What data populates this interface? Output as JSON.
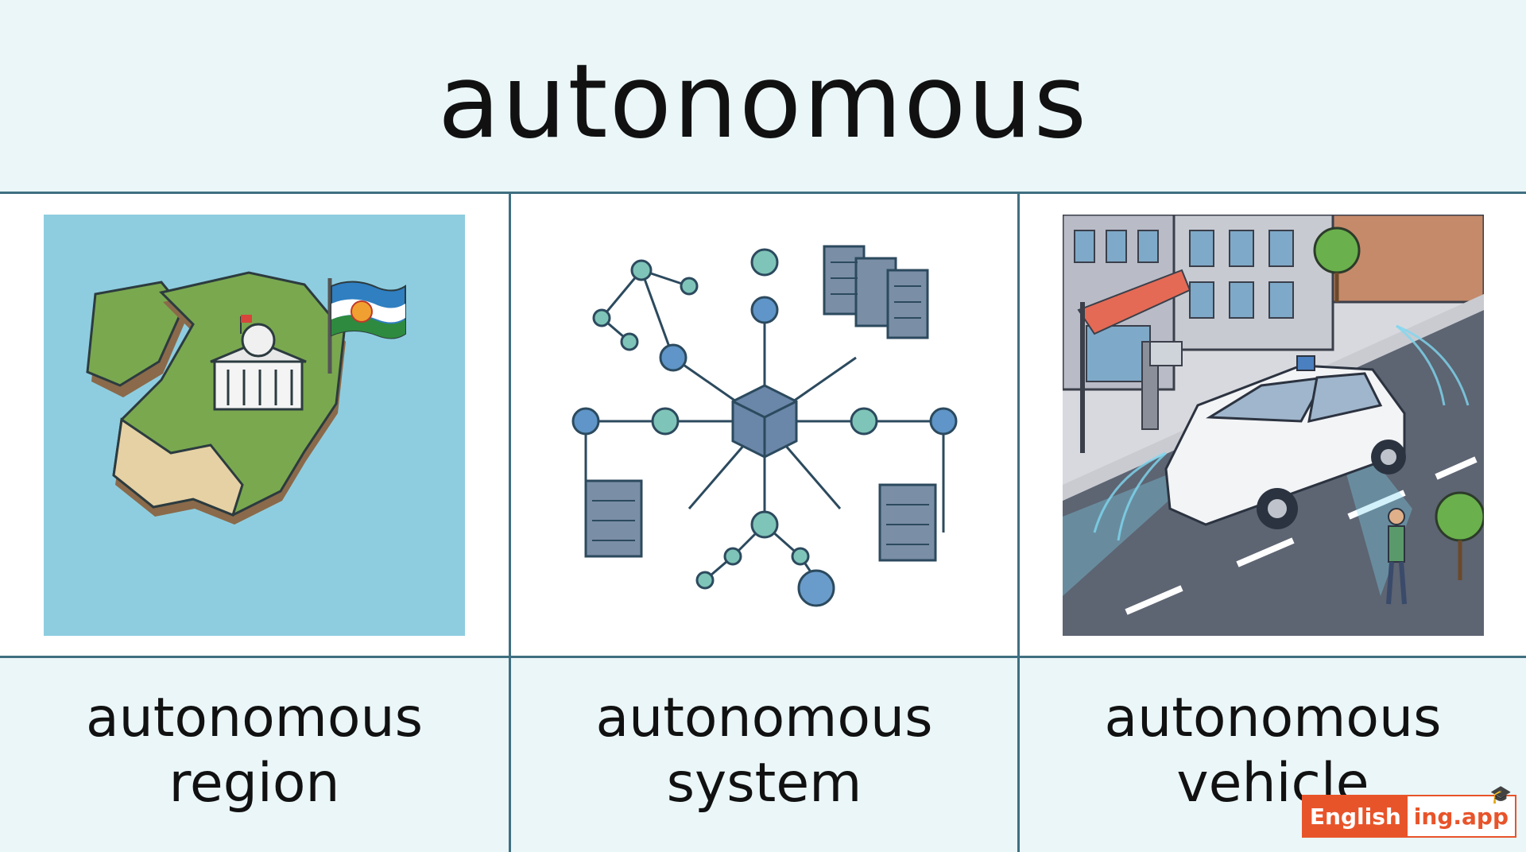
{
  "title": "autonomous",
  "cards": [
    {
      "label_line1": "autonomous",
      "label_line2": "region",
      "image": "autonomous-region-illustration"
    },
    {
      "label_line1": "autonomous",
      "label_line2": "system",
      "image": "autonomous-system-network-illustration"
    },
    {
      "label_line1": "autonomous",
      "label_line2": "vehicle",
      "image": "autonomous-vehicle-illustration"
    }
  ],
  "watermark": {
    "part1": "English",
    "part2": "ing.app"
  },
  "colors": {
    "background": "#eaf6f8",
    "divider": "#3f6f80",
    "accent": "#e8542a"
  }
}
